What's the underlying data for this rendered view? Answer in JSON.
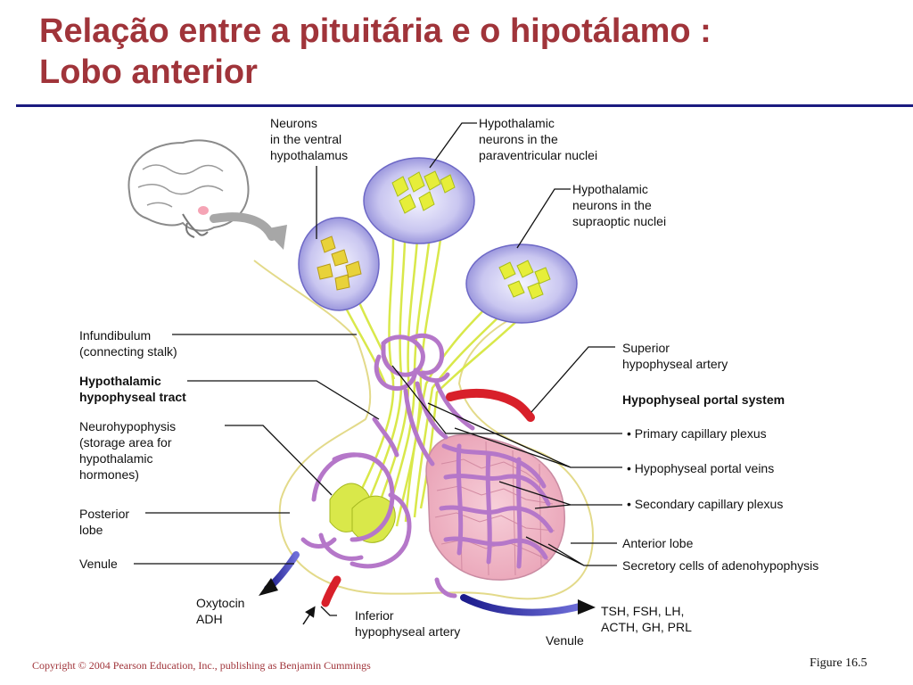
{
  "slide": {
    "title_line1": "Relação entre a pituitária e o hipotálamo :",
    "title_line2": "Lobo anterior"
  },
  "labels": {
    "neurons_ventral": [
      "Neurons",
      "in the ventral",
      "hypothalamus"
    ],
    "paraventricular": [
      "Hypothalamic",
      "neurons in the",
      "paraventricular nuclei"
    ],
    "supraoptic": [
      "Hypothalamic",
      "neurons in the",
      "supraoptic nuclei"
    ],
    "infundibulum": [
      "Infundibulum",
      "(connecting stalk)"
    ],
    "hypothalamic_tract": [
      "Hypothalamic",
      "hypophyseal tract"
    ],
    "neurohypophysis": [
      "Neurohypophysis",
      "(storage area for",
      "hypothalamic",
      "hormones)"
    ],
    "posterior_lobe": [
      "Posterior",
      "lobe"
    ],
    "venule_left": "Venule",
    "oxytocin_adh": [
      "Oxytocin",
      "ADH"
    ],
    "inferior_artery": [
      "Inferior",
      "hypophyseal artery"
    ],
    "venule_bottom": "Venule",
    "hormones_out": [
      "TSH, FSH, LH,",
      "ACTH, GH, PRL"
    ],
    "superior_artery": [
      "Superior",
      "hypophyseal artery"
    ],
    "portal_system": "Hypophyseal portal system",
    "primary_plexus": "• Primary capillary plexus",
    "portal_veins": "• Hypophyseal portal veins",
    "secondary_plexus": "• Secondary capillary plexus",
    "anterior_lobe": "Anterior lobe",
    "secretory_cells": "Secretory cells of adenohypophysis"
  },
  "footer": {
    "copyright": "Copyright © 2004 Pearson Education, Inc., publishing as Benjamin Cummings",
    "figure": "Figure 16.5"
  },
  "colors": {
    "title": "#a0343a",
    "rule": "#1a1a80",
    "neuron_yellow": "#e0ec3a",
    "capillary_purple": "#b577c9",
    "anterior_pink": "#f2b9c8",
    "artery_red": "#d8202a",
    "vein_blue": "#2a2a9a",
    "nucleus_ellipse": "#8a86d8"
  }
}
